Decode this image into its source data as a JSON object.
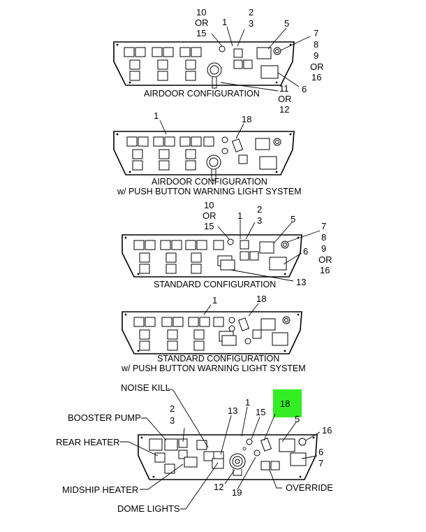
{
  "configs": [
    {
      "caption": "AIRDOOR CONFIGURATION",
      "callouts": [
        "10",
        "OR",
        "15",
        "1",
        "2",
        "3",
        "5",
        "7",
        "8",
        "9",
        "OR",
        "16",
        "11",
        "OR",
        "12",
        "6"
      ]
    },
    {
      "caption1": "AIRDOOR CONFIGURATION",
      "caption2": "w/ PUSH BUTTON WARNING LIGHT SYSTEM",
      "callouts": [
        "1",
        "18"
      ]
    },
    {
      "caption": "STANDARD CONFIGURATION",
      "callouts": [
        "10",
        "OR",
        "15",
        "1",
        "2",
        "3",
        "5",
        "7",
        "8",
        "9",
        "OR",
        "16",
        "6",
        "13"
      ]
    },
    {
      "caption1": "STANDARD CONFIGURATION",
      "caption2": "w/ PUSH BUTTON WARNING LIGHT SYSTEM",
      "callouts": [
        "1",
        "18"
      ]
    }
  ],
  "bottom": {
    "labels": {
      "noise_kill": "NOISE KILL",
      "booster_pump": "BOOSTER PUMP",
      "rear_heater": "REAR HEATER",
      "midship_heater": "MIDSHIP HEATER",
      "dome_lights": "DOME LIGHTS",
      "override": "OVERRIDE"
    },
    "callouts": [
      "2",
      "3",
      "13",
      "1",
      "15",
      "18",
      "5",
      "16",
      "6",
      "7",
      "12",
      "19"
    ],
    "highlight_color": "#33ee22"
  }
}
